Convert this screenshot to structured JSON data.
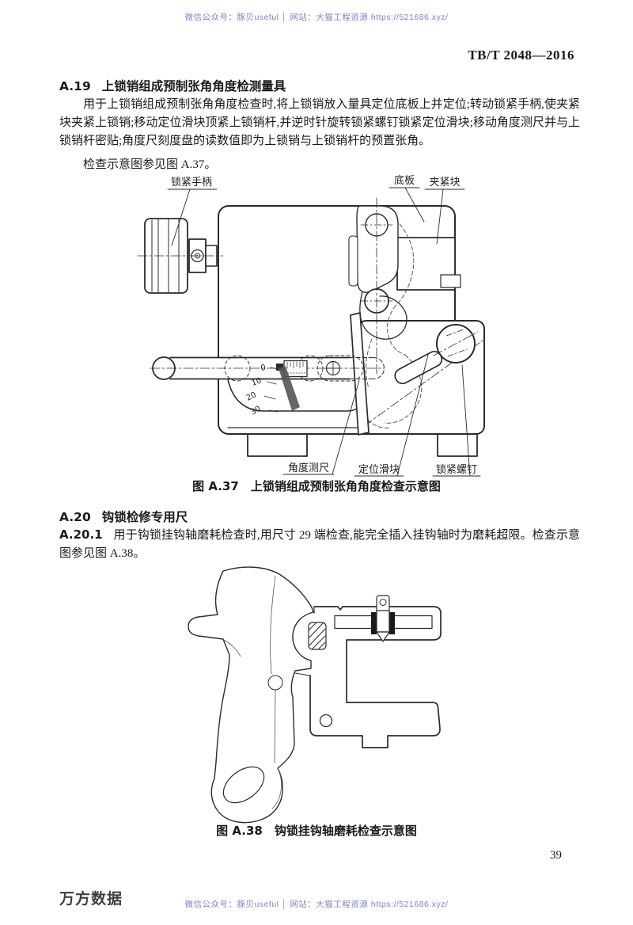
{
  "page": {
    "top_watermark": "微信公众号：豚贝useful │ 网站：大猫工程资源 https://521686.xyz/",
    "bottom_watermark": "微信公众号：豚贝useful │ 网站：大猫工程资源 https://521686.xyz/",
    "standard_code": "TB/T 2048—2016",
    "page_number": "39",
    "footer_brand": "万方数据",
    "watermark_color": "#7b84cc"
  },
  "section_a19": {
    "number": "A.19",
    "title": "上锁销组成预制张角角度检测量具",
    "body": "用于上锁销组成预制张角角度检查时,将上锁销放入量具定位底板上并定位;转动锁紧手柄,使夹紧块夹紧上锁销;移动定位滑块顶紧上锁销杆,并逆时针旋转锁紧螺钉锁紧定位滑块;移动角度测尺并与上锁销杆密贴;角度尺刻度盘的读数值即为上锁销与上锁销杆的预置张角。",
    "note": "检查示意图参见图 A.37。"
  },
  "figure_a37": {
    "caption": "图 A.37　上锁销组成预制张角角度检查示意图",
    "labels": {
      "lock_handle": "锁紧手柄",
      "base_plate": "底板",
      "clamp_block": "夹紧块",
      "angle_ruler": "角度测尺",
      "positioning_slider": "定位滑块",
      "lock_screw": "锁紧螺钉"
    },
    "scale": [
      "0",
      "10",
      "20",
      "30"
    ]
  },
  "section_a20": {
    "number": "A.20",
    "title": "钩锁检修专用尺",
    "item_number": "A.20.1",
    "item_body": "用于钩锁挂钩轴磨耗检查时,用尺寸 29 端检查,能完全插入挂钩轴时为磨耗超限。检查示意图参见图 A.38。"
  },
  "figure_a38": {
    "caption": "图 A.38　钩锁挂钩轴磨耗检查示意图"
  }
}
